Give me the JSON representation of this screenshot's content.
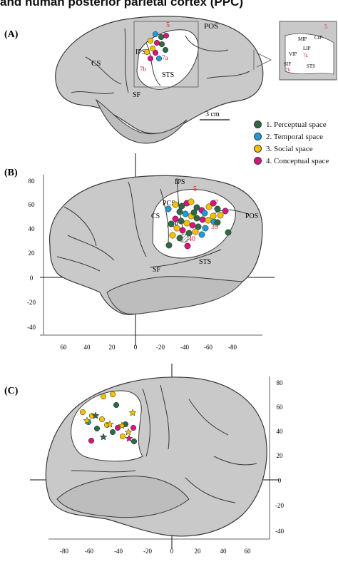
{
  "header": {
    "title": "and human posterior parietal cortex (PPC)"
  },
  "panels": {
    "a": {
      "label": "(A)",
      "region_labels": {
        "pos": "POS",
        "cs": "CS",
        "ips": "IPS",
        "sf": "SF",
        "sts": "STS",
        "a5": "5",
        "a7a": "7a",
        "a7b": "7b"
      },
      "scale_bar": "3 cm",
      "inset_labels": {
        "a5": "5",
        "mip": "MIP",
        "cip": "CIP",
        "lip": "LIP",
        "vip": "VIP",
        "a7a": "7a",
        "a7b": "7b",
        "sts": "STS",
        "sif": "SIF"
      }
    },
    "b": {
      "label": "(B)",
      "region_labels": {
        "ips": "IPS",
        "pcs": "PCS",
        "cs": "CS",
        "aip": "AIP",
        "pos": "POS",
        "sf": "SF",
        "sts": "STS",
        "a5": "5",
        "a7": "7",
        "a39": "39",
        "a40": "40"
      },
      "y_ticks": [
        "80",
        "60",
        "40",
        "20",
        "0",
        "-20",
        "-40"
      ],
      "x_ticks": [
        "60",
        "40",
        "20",
        "0",
        "-20",
        "-40",
        "-60",
        "-80"
      ]
    },
    "c": {
      "label": "(C)",
      "y_ticks": [
        "80",
        "60",
        "40",
        "20",
        "0",
        "-20",
        "-40"
      ],
      "x_ticks": [
        "-80",
        "-60",
        "-40",
        "-20",
        "0",
        "20",
        "40",
        "60"
      ]
    }
  },
  "legend": [
    {
      "label": "1. Perceptual space",
      "color": "#2e6b45"
    },
    {
      "label": "2. Temporal space",
      "color": "#1f9bd7"
    },
    {
      "label": "3. Social space",
      "color": "#f2c200"
    },
    {
      "label": "4. Conceptual space",
      "color": "#d6157f"
    }
  ],
  "colors": {
    "brain": "#c9c9c9",
    "outline": "#3a3a3a",
    "area_red": "#d42020"
  }
}
